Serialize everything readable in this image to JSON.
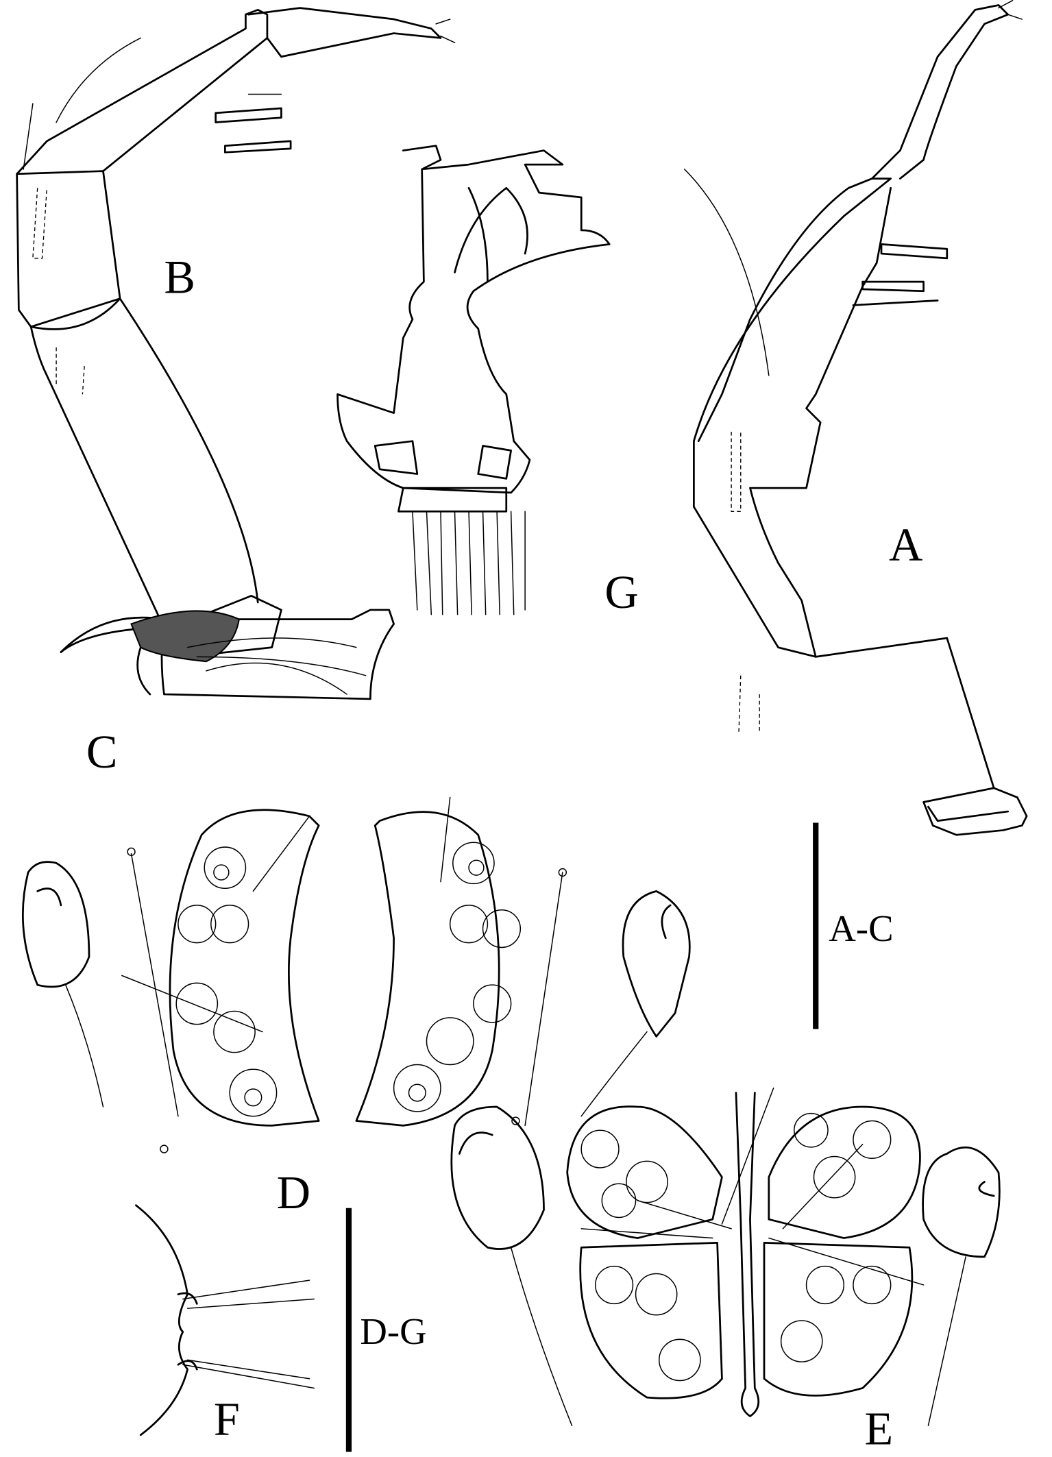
{
  "figure": {
    "panel_labels": {
      "A": "A",
      "B": "B",
      "C": "C",
      "D": "D",
      "E": "E",
      "F": "F",
      "G": "G"
    },
    "scale_bars": {
      "ac": "A-C",
      "dg": "D-G"
    },
    "colors": {
      "ink": "#000000",
      "background": "#ffffff"
    }
  }
}
